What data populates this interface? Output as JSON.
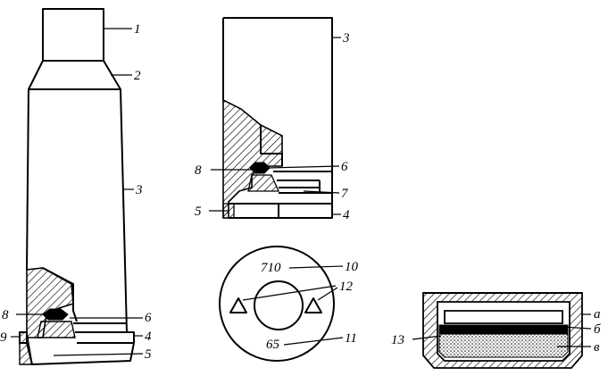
{
  "left_case": {
    "callouts": [
      "1",
      "2",
      "3",
      "8",
      "6",
      "9",
      "4",
      "5"
    ]
  },
  "middle_case": {
    "callouts": [
      "3",
      "8",
      "6",
      "7",
      "5",
      "4"
    ]
  },
  "headstamp": {
    "stamp_top": "710",
    "stamp_bottom": "65",
    "callouts": [
      "10",
      "12",
      "11"
    ]
  },
  "primer_cup": {
    "callouts": [
      "13",
      "a",
      "б",
      "в"
    ]
  }
}
